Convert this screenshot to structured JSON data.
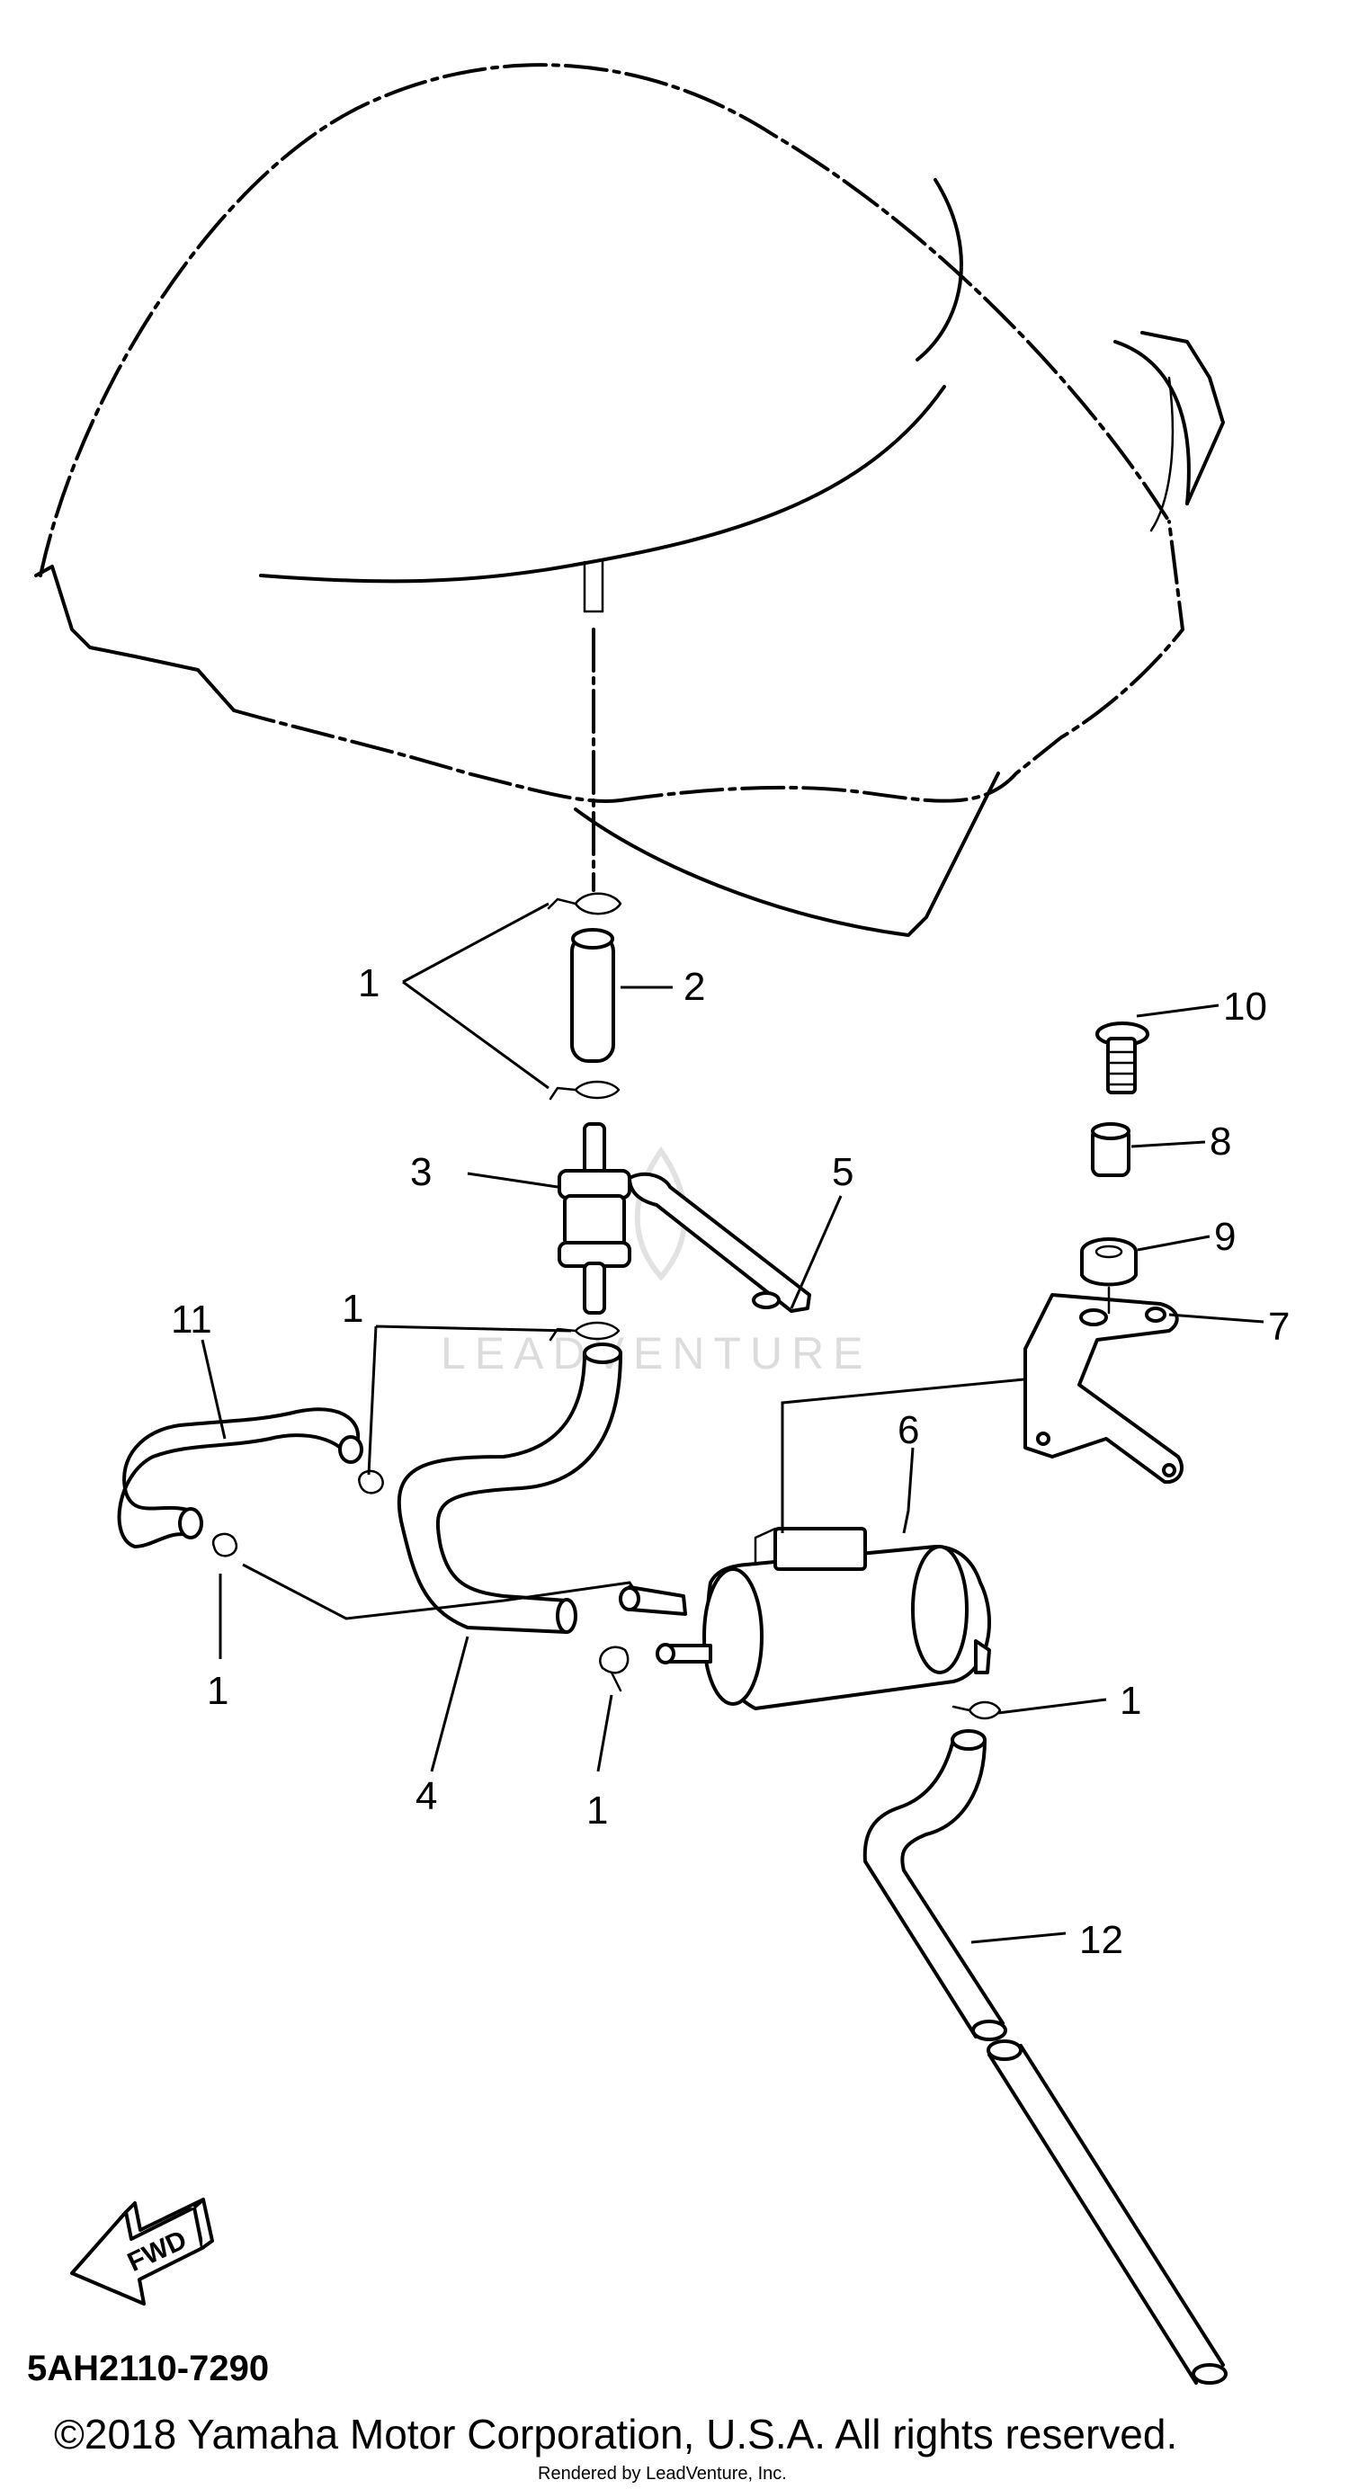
{
  "diagram": {
    "callouts": {
      "c1a": "1",
      "c1b": "1",
      "c1c": "1",
      "c1d": "1",
      "c1e": "1",
      "c2": "2",
      "c3": "3",
      "c4": "4",
      "c5": "5",
      "c6": "6",
      "c7": "7",
      "c8": "8",
      "c9": "9",
      "c10": "10",
      "c11": "11",
      "c12": "12"
    },
    "fwd_label": "FWD",
    "watermark": "LEADVENTURE",
    "part_code": "5AH2110-7290",
    "copyright": "©2018 Yamaha Motor Corporation, U.S.A. All rights reserved.",
    "rendered_by": "Rendered by LeadVenture, Inc."
  }
}
